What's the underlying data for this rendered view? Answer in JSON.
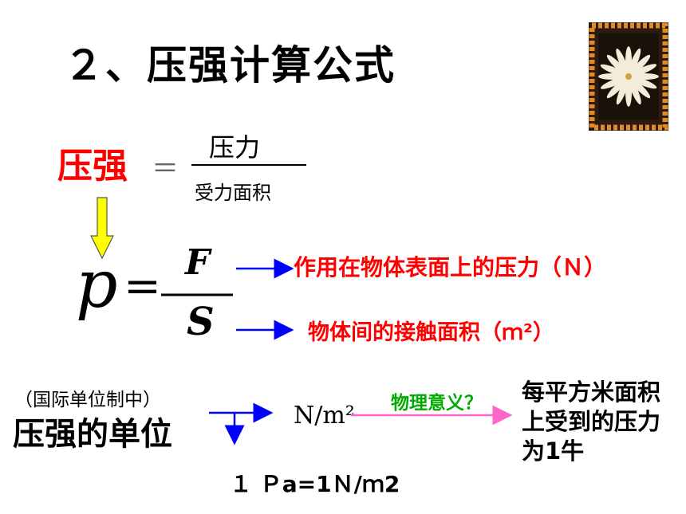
{
  "title": "２、压强计算公式",
  "word_formula": {
    "lhs": "压强",
    "equals": "＝",
    "numerator": "压力",
    "denominator": "受力面积"
  },
  "symbol_formula": {
    "lhs": "p",
    "equals": "=",
    "numerator": "F",
    "denominator": "S"
  },
  "descriptions": {
    "F": "作用在物体表面上的压力（Ｎ）",
    "S": "物体间的接触面积（ｍ²）"
  },
  "unit_section": {
    "note": "（国际单位制中）",
    "label": "压强的单位",
    "unit": "N/m²",
    "question": "物理意义？",
    "answer": "每平方米面积上受到的压力为1牛",
    "pascal": "１ Ｐa=1Ｎ/ｍ2"
  },
  "colors": {
    "red": "#ff0000",
    "blue": "#0000ff",
    "green": "#00aa00",
    "pink": "#ff66cc",
    "yellow": "#ffff00"
  }
}
